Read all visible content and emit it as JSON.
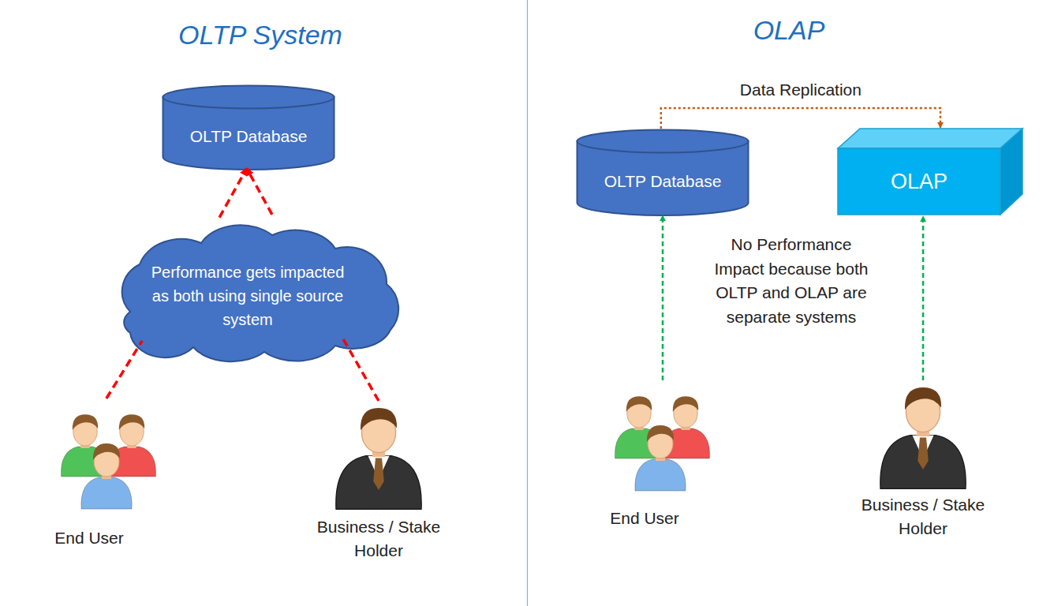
{
  "diagram": {
    "nodes": [
      {
        "text": [
          "OLTP Database"
        ]
      },
      {
        "text": [
          "Performance gets impacted as both using single source system"
        ]
      },
      {
        "text": [
          "End User"
        ]
      },
      {
        "text": [
          "Business / Stake Holder"
        ]
      },
      {
        "text": [
          "OLTP Database"
        ]
      },
      {
        "text": [
          "OLAP"
        ]
      },
      {
        "text": [
          "End User"
        ]
      },
      {
        "text": [
          "Business / Stake Holder"
        ]
      }
    ],
    "edges": [
      {
        "from": 2,
        "to": 1,
        "arrow": "none"
      },
      {
        "from": 3,
        "to": 1,
        "arrow": "none"
      },
      {
        "from": 1,
        "to": 0,
        "arrow": "to"
      },
      {
        "from": 1,
        "to": 0,
        "arrow": "to"
      },
      {
        "from": 4,
        "to": 5,
        "arrow": "to",
        "label": "Data Replication"
      },
      {
        "from": 6,
        "to": 4,
        "arrow": "to"
      },
      {
        "from": 7,
        "to": 5,
        "arrow": "to"
      }
    ],
    "labels": [
      "OLTP System",
      "OLAP",
      "No Performance Impact because both OLTP and OLAP are separate systems"
    ]
  }
}
